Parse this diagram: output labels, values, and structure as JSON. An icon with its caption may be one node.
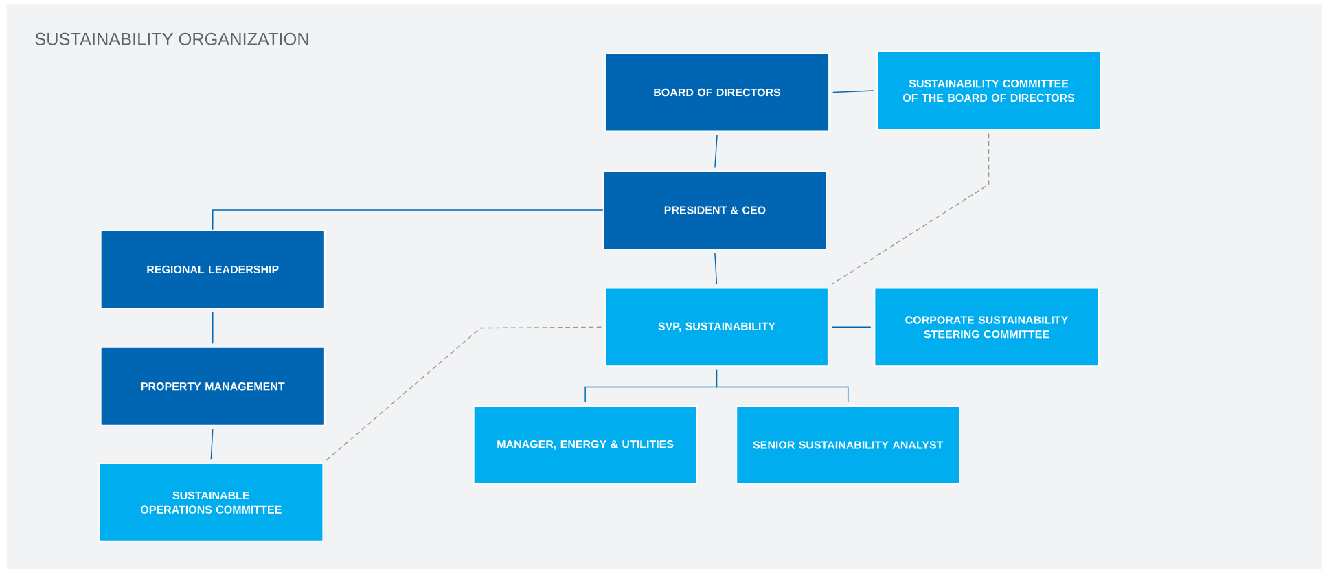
{
  "diagram": {
    "title": "SUSTAINABILITY ORGANIZATION",
    "nodes": [
      {
        "text": [
          "BOARD OF DIRECTORS"
        ]
      },
      {
        "text": [
          "SUSTAINABILITY COMMITTEE OF THE BOARD OF DIRECTORS"
        ]
      },
      {
        "text": [
          "PRESIDENT & CEO"
        ]
      },
      {
        "text": [
          "REGIONAL LEADERSHIP"
        ]
      },
      {
        "text": [
          "PROPERTY MANAGEMENT"
        ]
      },
      {
        "text": [
          "SUSTAINABLE OPERATIONS COMMITTEE"
        ]
      },
      {
        "text": [
          "SVP, SUSTAINABILITY"
        ]
      },
      {
        "text": [
          "CORPORATE SUSTAINABILITY STEERING COMMITTEE"
        ]
      },
      {
        "text": [
          "MANAGER, ENERGY & UTILITIES"
        ]
      },
      {
        "text": [
          "SENIOR SUSTAINABILITY ANALYST"
        ]
      }
    ],
    "edges": [
      {
        "from": 0,
        "to": 1,
        "arrow": "none"
      },
      {
        "from": 0,
        "to": 2,
        "arrow": "none"
      },
      {
        "from": 2,
        "to": 3,
        "arrow": "none"
      },
      {
        "from": 3,
        "to": 4,
        "arrow": "none"
      },
      {
        "from": 4,
        "to": 5,
        "arrow": "none"
      },
      {
        "from": 2,
        "to": 6,
        "arrow": "none"
      },
      {
        "from": 6,
        "to": 7,
        "arrow": "none"
      },
      {
        "from": 6,
        "to": 8,
        "arrow": "none"
      },
      {
        "from": 6,
        "to": 9,
        "arrow": "none"
      },
      {
        "from": 1,
        "to": 6,
        "arrow": "none",
        "style": "dashed",
        "color": "#999999"
      },
      {
        "from": 6,
        "to": 5,
        "arrow": "none",
        "style": "dashed",
        "color": "#999999"
      }
    ]
  }
}
